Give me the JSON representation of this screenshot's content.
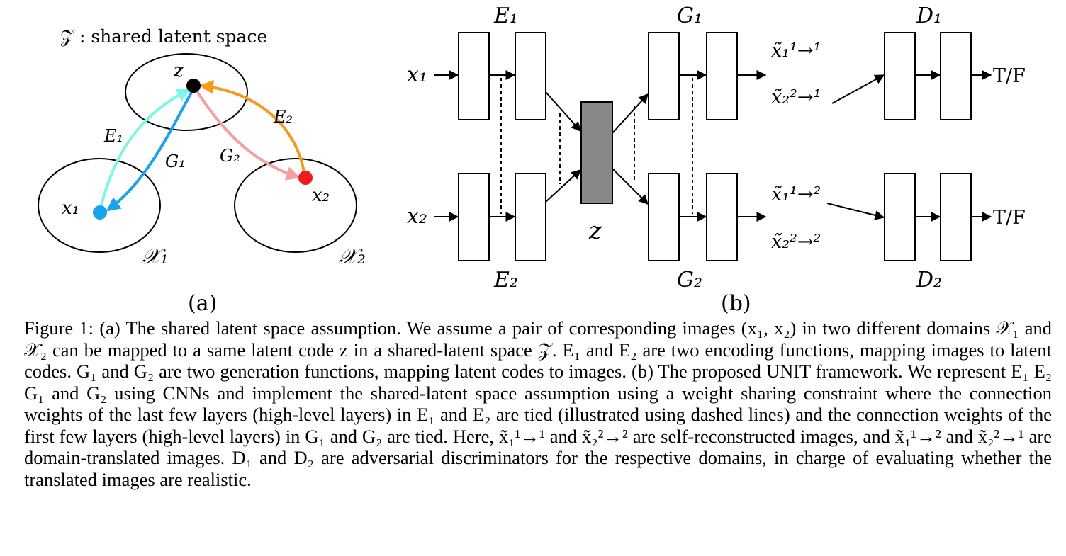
{
  "panel_a": {
    "space_label": "𝒵 : shared latent space",
    "z_label": "z",
    "x1_label": "x₁",
    "x2_label": "x₂",
    "domain1_label": "𝒳₁",
    "domain2_label": "𝒳₂",
    "e1_label": "E₁",
    "g1_label": "G₁",
    "e2_label": "E₂",
    "g2_label": "G₂",
    "sub_label": "(a)",
    "colors": {
      "e1": "#7ff5e8",
      "g1": "#1aa3ec",
      "e2": "#f59a1a",
      "g2": "#f4a0a0",
      "x1_dot": "#1aa3ec",
      "x2_dot": "#ee1c1c",
      "z_dot": "#000000"
    }
  },
  "panel_b": {
    "e1_label": "E₁",
    "e2_label": "E₂",
    "g1_label": "G₁",
    "g2_label": "G₂",
    "d1_label": "D₁",
    "d2_label": "D₂",
    "x1_label": "x₁",
    "x2_label": "x₂",
    "z_label": "z",
    "x11_label": "x̃₁¹→¹",
    "x21_label": "x̃₂²→¹",
    "x12_label": "x̃₁¹→²",
    "x22_label": "x̃₂²→²",
    "out1_label": "T/F",
    "out2_label": "T/F",
    "sub_label": "(b)",
    "colors": {
      "z_block": "#888888"
    }
  },
  "caption": {
    "fig_label": "Figure 1:",
    "text": "(a) The shared latent space assumption. We assume a pair of corresponding images (x₁, x₂) in two different domains 𝒳₁ and 𝒳₂ can be mapped to a same latent code z in a shared-latent space 𝒵. E₁ and E₂ are two encoding functions, mapping images to latent codes. G₁ and G₂ are two generation functions, mapping latent codes to images. (b) The proposed UNIT framework. We represent E₁ E₂ G₁ and G₂ using CNNs and implement the shared-latent space assumption using a weight sharing constraint where the connection weights of the last few layers (high-level layers) in E₁ and E₂ are tied (illustrated using dashed lines) and the connection weights of the first few layers (high-level layers) in G₁ and G₂ are tied. Here, x̃₁¹→¹ and x̃₂²→² are self-reconstructed images, and x̃₁¹→² and x̃₂²→¹ are domain-translated images. D₁ and D₂ are adversarial discriminators for the respective domains, in charge of evaluating whether the translated images are realistic."
  }
}
